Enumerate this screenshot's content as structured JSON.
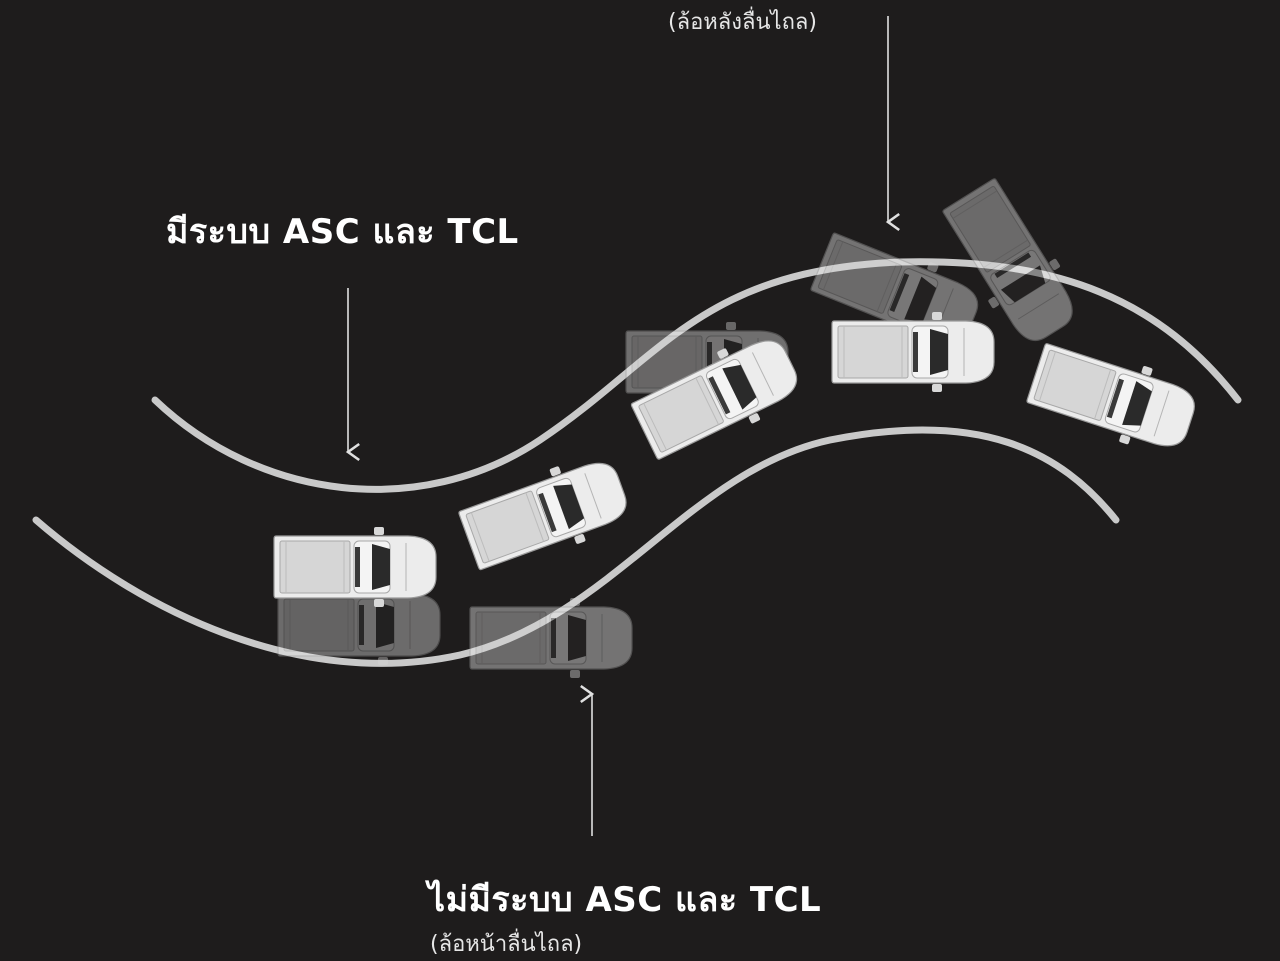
{
  "labels": {
    "with_system": "มีระบบ ASC และ TCL",
    "without_system": "ไม่มีระบบ ASC และ TCL",
    "rear_slip": "(ล้อหลังลื่นไถล)",
    "front_slip": "(ล้อหน้าลื่นไถล)"
  },
  "colors": {
    "background": "#1e1c1c",
    "road_line": "#c9c9c9",
    "text": "#ffffff",
    "arrow": "#e0e0e0",
    "car_body": "#ececec",
    "ghost_car": "#5b5959"
  },
  "icons": {
    "car": "pickup-truck-top-view-icon",
    "ghost_car": "faded-pickup-truck-icon",
    "arrow": "thin-arrow-icon"
  }
}
